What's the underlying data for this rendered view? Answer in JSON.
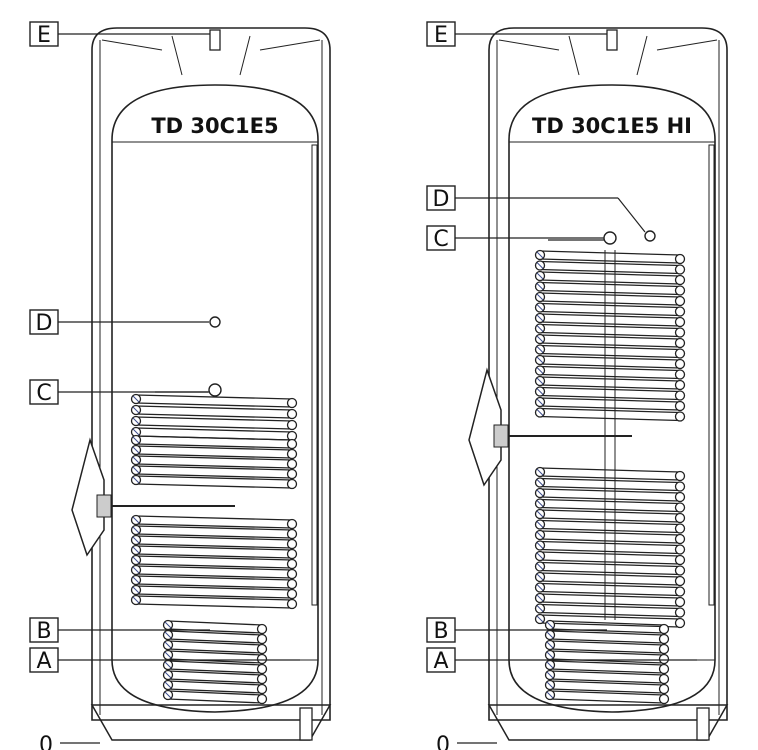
{
  "diagrams": [
    {
      "model": "TD 30C1E5",
      "labels": {
        "E": "E",
        "D": "D",
        "C": "C",
        "B": "B",
        "A": "A",
        "zero": "0"
      }
    },
    {
      "model": "TD 30C1E5 HI",
      "labels": {
        "E": "E",
        "D": "D",
        "C": "C",
        "B": "B",
        "A": "A",
        "zero": "0"
      }
    }
  ],
  "colors": {
    "line": "#222222",
    "hatch": "#3a4a8a"
  }
}
